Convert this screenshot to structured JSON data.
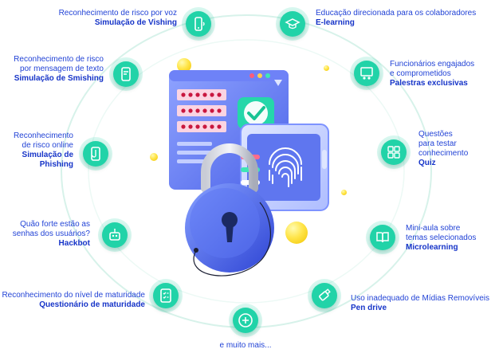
{
  "colors": {
    "node": "#21d3a8",
    "text": "#2243d6",
    "title": "#1634c8",
    "ring": "#cfeee4"
  },
  "items": [
    {
      "desc": [
        "Reconhecimento de risco por voz"
      ],
      "title": "Simulação de Vishing",
      "icon": "phone-sound-icon"
    },
    {
      "desc": [
        "Reconhecimento de risco",
        "por mensagem de texto"
      ],
      "title": "Simulação de Smishing",
      "icon": "message-icon"
    },
    {
      "desc": [
        "Reconhecimento",
        "de risco online"
      ],
      "title": "Simulação de Phishing",
      "icon": "phishing-hook-icon"
    },
    {
      "desc": [
        "Quão forte estão as",
        "senhas dos usuários?"
      ],
      "title": "Hackbot",
      "icon": "robot-icon"
    },
    {
      "desc": [
        "Reconhecimento do nível de maturidade"
      ],
      "title": "Questionário de maturidade",
      "icon": "checklist-icon"
    },
    {
      "desc": [
        "e muito mais..."
      ],
      "title": "",
      "icon": "plus-icon"
    },
    {
      "desc": [
        "Uso inadequado de Mídias Removíveis"
      ],
      "title": "Pen drive",
      "icon": "usb-drive-icon"
    },
    {
      "desc": [
        "Mini-aula sobre",
        "temas selecionados"
      ],
      "title": "Microlearning",
      "icon": "book-icon"
    },
    {
      "desc": [
        "Questões",
        "para testar",
        "conhecimento"
      ],
      "title": "Quiz",
      "icon": "quiz-grid-icon"
    },
    {
      "desc": [
        "Funcionários engajados",
        "e comprometidos"
      ],
      "title": "Palestras exclusivas",
      "icon": "presentation-icon"
    },
    {
      "desc": [
        "Educação direcionada para os colaboradores"
      ],
      "title": "E-learning",
      "icon": "graduation-cap-icon"
    }
  ]
}
